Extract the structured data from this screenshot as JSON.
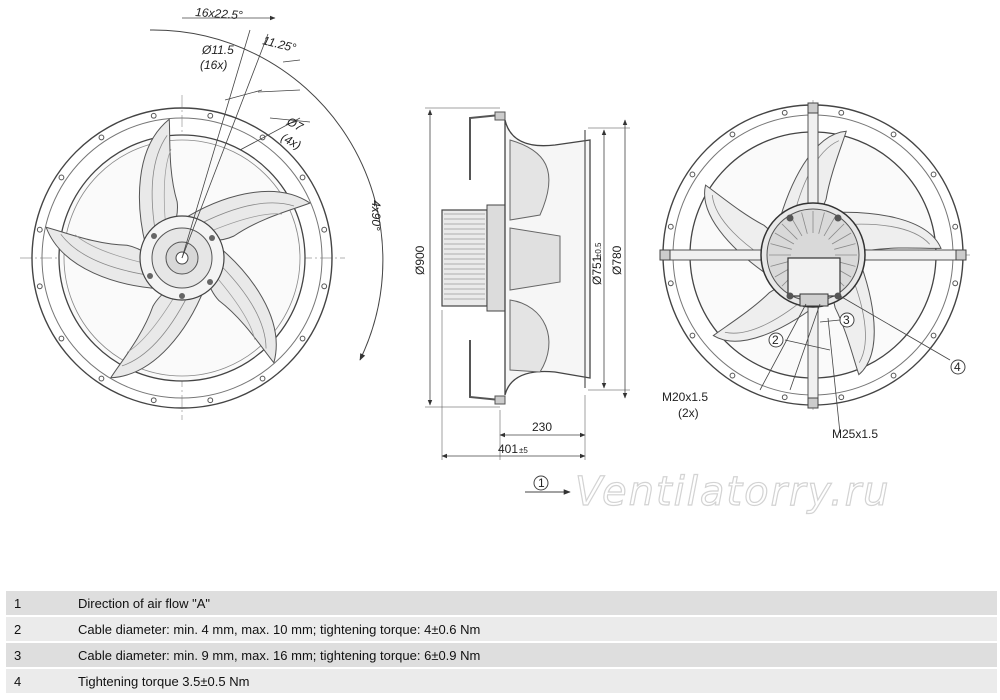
{
  "dims": {
    "bolt_angle": "16x22.5°",
    "offset_angle": "11.25°",
    "hole_small": "Ø11.5",
    "hole_small_count": "(16x)",
    "hole_mount": "Ø7",
    "hole_mount_count": "(4x)",
    "mount_angle": "4x90°",
    "overall_diameter": "Ø900",
    "ring_diameter": "Ø751",
    "ring_tolerance": "±0.5",
    "outer_diameter": "Ø780",
    "depth_230": "230",
    "depth_401": "401",
    "depth_tolerance": "±5",
    "gland_m20": "M20x1.5",
    "gland_m20_count": "(2x)",
    "gland_m25": "M25x1.5"
  },
  "callouts": [
    "1",
    "2",
    "3",
    "4"
  ],
  "watermark": "Ventilatorry.ru",
  "legend": [
    {
      "num": "1",
      "text": "Direction of air flow \"A\""
    },
    {
      "num": "2",
      "text": "Cable diameter: min. 4 mm, max. 10 mm; tightening torque: 4±0.6 Nm"
    },
    {
      "num": "3",
      "text": "Cable diameter: min. 9 mm, max. 16 mm; tightening torque: 6±0.9 Nm"
    },
    {
      "num": "4",
      "text": "Tightening torque 3.5±0.5 Nm"
    }
  ]
}
